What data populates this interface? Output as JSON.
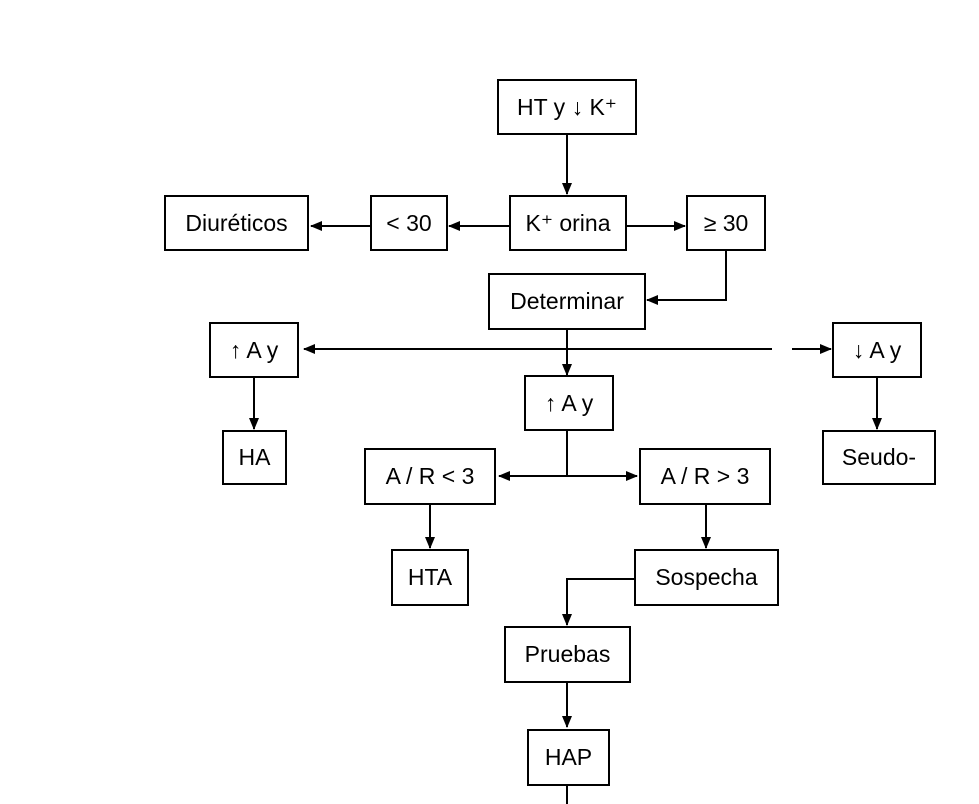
{
  "nodes": {
    "ht_k": "HT y ↓ K⁺",
    "k_orina": "K⁺ orina",
    "lt30": "< 30",
    "diureticos": "Diuréticos",
    "ge30": "≥ 30",
    "determinar": "Determinar",
    "up_a_left": "↑ A y",
    "down_a": "↓ A y",
    "up_a_center": "↑ A y",
    "ha": "HA",
    "seudo": "Seudo-",
    "ar_lt3": "A / R < 3",
    "ar_gt3": "A / R > 3",
    "hta": "HTA",
    "sospecha": "Sospecha",
    "pruebas": "Pruebas",
    "hap": "HAP"
  }
}
